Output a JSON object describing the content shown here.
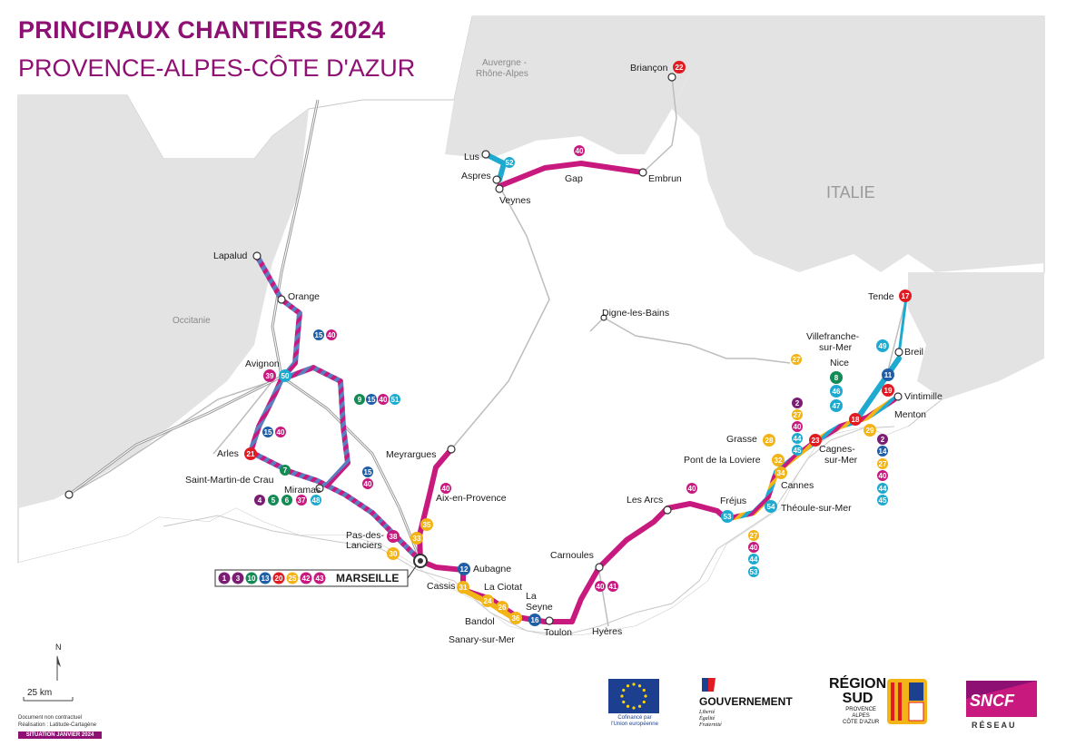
{
  "title": "PRINCIPAUX CHANTIERS 2024",
  "subtitle": "PROVENCE-ALPES-CÔTE D'AZUR",
  "regions": {
    "auvergne": "Auvergne -",
    "rhone": "Rhône-Alpes",
    "occitanie": "Occitanie",
    "italie": "ITALIE"
  },
  "places": {
    "briancon": "Briançon",
    "lus": "Lus",
    "aspres": "Aspres",
    "veynes": "Veynes",
    "gap": "Gap",
    "embrun": "Embrun",
    "lapalud": "Lapalud",
    "orange": "Orange",
    "digne": "Digne-les-Bains",
    "tende": "Tende",
    "villefranche1": "Villefranche-",
    "villefranche2": "sur-Mer",
    "nice": "Nice",
    "breil": "Breil",
    "vintimille": "Vintimille",
    "menton": "Menton",
    "avignon": "Avignon",
    "arles": "Arles",
    "stmartin": "Saint-Martin-de Crau",
    "miramas": "Miramas",
    "meyrargues": "Meyrargues",
    "aix": "Aix-en-Provence",
    "grasse": "Grasse",
    "cagnes1": "Cagnes-",
    "cagnes2": "sur-Mer",
    "pontloviere": "Pont de la Loviere",
    "cannes": "Cannes",
    "lesarcs": "Les Arcs",
    "frejus": "Fréjus",
    "theoule": "Théoule-sur-Mer",
    "pas1": "Pas-des-",
    "pas2": "Lanciers",
    "marseille": "MARSEILLE",
    "aubagne": "Aubagne",
    "cassis": "Cassis",
    "laciotat": "La Ciotat",
    "la": "La",
    "seyne": "Seyne",
    "carnoules": "Carnoules",
    "bandol": "Bandol",
    "toulon": "Toulon",
    "hyeres": "Hyères",
    "sanary": "Sanary-sur-Mer"
  },
  "badges": {
    "b22": "22",
    "b52": "52",
    "b40gap": "40",
    "b17": "17",
    "b15o": "15",
    "b40o": "40",
    "b39": "39",
    "b50": "50",
    "b9": "9",
    "b15m": "15",
    "b40m": "40",
    "b51": "51",
    "b15a": "15",
    "b40a": "40",
    "b21": "21",
    "b7": "7",
    "b15mi": "15",
    "b40mi": "40",
    "b4": "4",
    "b5": "5",
    "b6": "6",
    "b37": "37",
    "b48": "48",
    "b40aix": "40",
    "b35": "35",
    "b33": "33",
    "b38": "38",
    "b30": "30",
    "b12": "12",
    "b31": "31",
    "b24": "24",
    "b26": "26",
    "b36": "36",
    "b16": "16",
    "b40c": "40",
    "b41": "41",
    "b40la": "40",
    "b53": "53",
    "b54": "54",
    "b27f": "27",
    "b40f": "40",
    "b44f": "44",
    "b53f": "53",
    "b28": "28",
    "b32": "32",
    "b34": "34",
    "b2g": "2",
    "b27g": "27",
    "b40g": "40",
    "b44g": "44",
    "b45g": "45",
    "b8": "8",
    "b46": "46",
    "b47": "47",
    "b27n": "27",
    "b23": "23",
    "b18": "18",
    "b29": "29",
    "b49": "49",
    "b11": "11",
    "b19": "19",
    "b2m": "2",
    "b14m": "14",
    "b27m": "27",
    "b40m2": "40",
    "b44m": "44",
    "b45m": "45"
  },
  "marseille_badges": [
    {
      "n": "1",
      "c": "#7b1d73"
    },
    {
      "n": "3",
      "c": "#7b1d73"
    },
    {
      "n": "10",
      "c": "#158a55"
    },
    {
      "n": "13",
      "c": "#1f5fa8"
    },
    {
      "n": "20",
      "c": "#e11b22"
    },
    {
      "n": "25",
      "c": "#f2b417"
    },
    {
      "n": "42",
      "c": "#c8197f"
    },
    {
      "n": "43",
      "c": "#c8197f"
    }
  ],
  "scale": {
    "north": "N",
    "label": "25 km"
  },
  "notes": {
    "line1": "Document non contractuel",
    "line2": "Réalisation : Latitude-Cartagène",
    "situation": "SITUATION JANVIER 2024"
  },
  "logos": {
    "eu1": "Cofinancé par",
    "eu2": "l'Union européenne",
    "gov": "GOUVERNEMENT",
    "gov1": "Liberté",
    "gov2": "Égalité",
    "gov3": "Fraternité",
    "region1": "RÉGION",
    "region2": "SUD",
    "region3": "PROVENCE",
    "region4": "ALPES",
    "region5": "CÔTE D'AZUR",
    "sncf": "SNCF",
    "reseau": "RÉSEAU"
  },
  "colors": {
    "magenta": "#c8197f",
    "purple": "#8e1072",
    "blue": "#1f5fa8",
    "cyan": "#1eaad0",
    "green": "#158a55",
    "red": "#e11b22",
    "yellow": "#f2b417",
    "mapgray": "#e3e3e3"
  }
}
